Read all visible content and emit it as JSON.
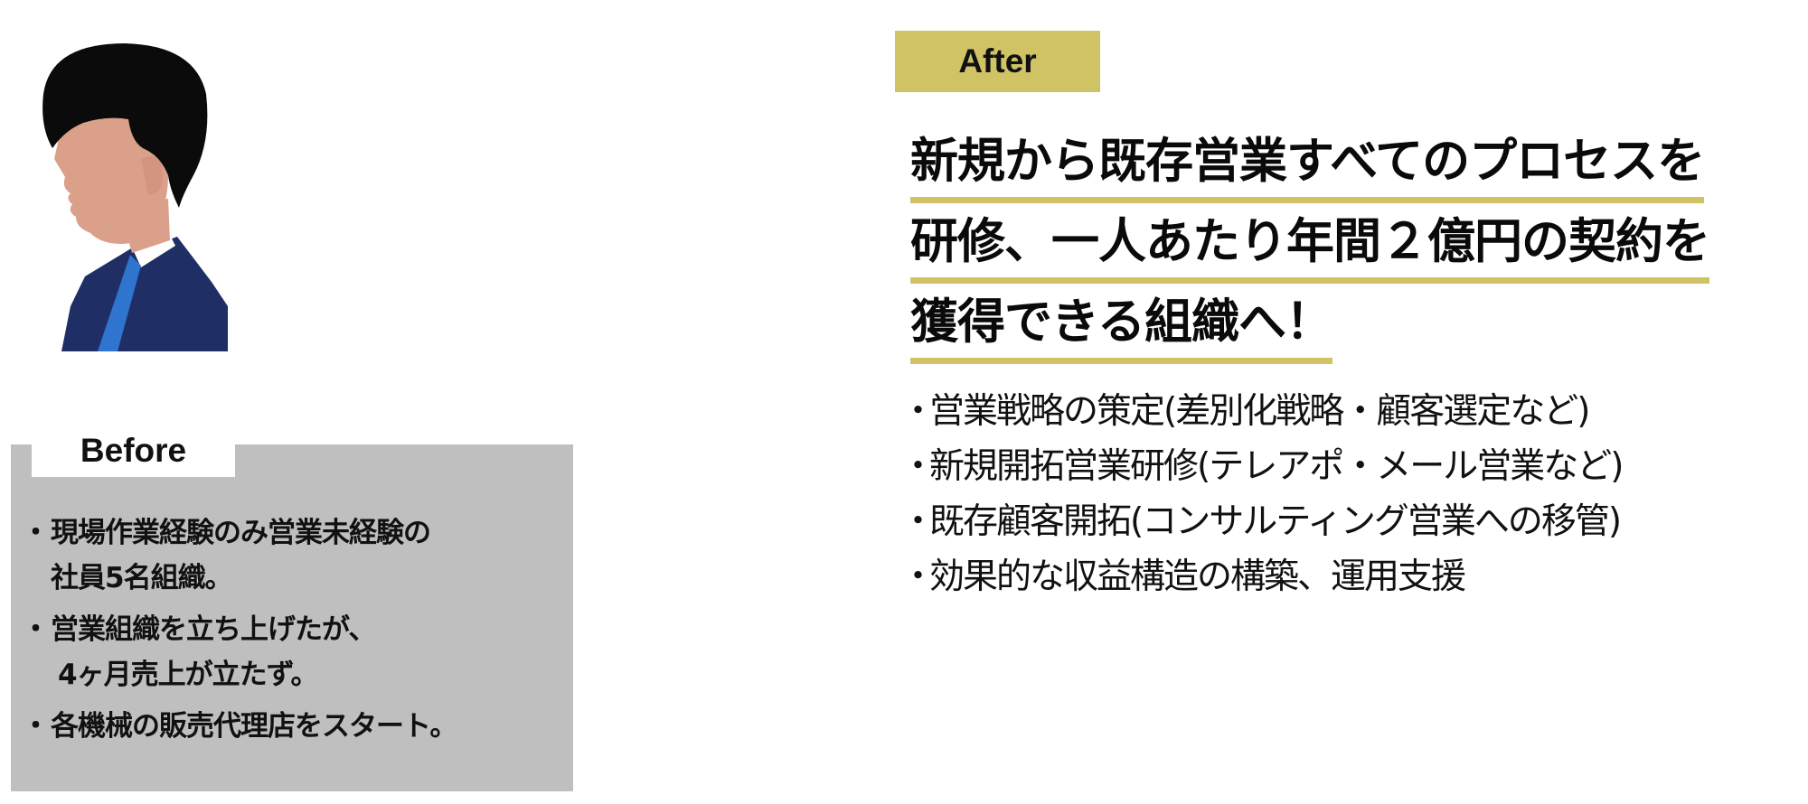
{
  "before": {
    "tab_label": "Before",
    "items": [
      {
        "lines": [
          "現場作業経験のみ営業未経験の",
          "社員5名組織。"
        ]
      },
      {
        "lines": [
          "営業組織を立ち上げたが、",
          "4ヶ月売上が立たず。"
        ]
      },
      {
        "lines": [
          "各機械の販売代理店をスタート。"
        ]
      }
    ]
  },
  "after": {
    "tab_label": "After",
    "headline": [
      "新規から既存営業すべてのプロセスを",
      "研修、一人あたり年間２億円の契約を",
      "獲得できる組織へ！"
    ],
    "items": [
      "営業戦略の策定(差別化戦略・顧客選定など)",
      "新規開拓営業研修(テレアポ・メール営業など)",
      "既存顧客開拓(コンサルティング営業への移管)",
      "効果的な収益構造の構築、運用支援"
    ]
  },
  "colors": {
    "accent": "#cfc366",
    "panel_gray": "#bfbfbf",
    "skin": "#dba089",
    "hair": "#0b0b0b",
    "suit": "#1f2f66",
    "tie": "#2f74cf"
  },
  "icons": {
    "person": "businessman-avatar-icon"
  }
}
